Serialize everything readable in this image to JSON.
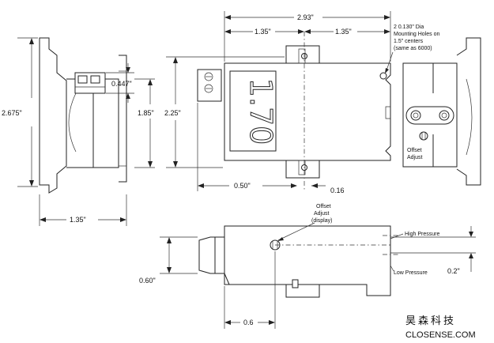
{
  "dimensions": {
    "overall_width": "2.93\"",
    "half_left": "1.35\"",
    "half_right": "1.35\"",
    "height_overall": "2.675\"",
    "terminal_height": "0.447\"",
    "height_185": "1.85\"",
    "height_225": "2.25\"",
    "width_left_view": "1.35\"",
    "offset_050": "0.50\"",
    "offset_016": "0.16",
    "side_060": "0.60\"",
    "bottom_06": "0.6",
    "right_02": "0.2\""
  },
  "notes": {
    "mounting_line1": "2  0.130\" Dia",
    "mounting_line2": "Mounting Holes on",
    "mounting_line3": "1.5\" centers",
    "mounting_line4": "(same as 6000)",
    "offset_adjust_1": "Offset",
    "offset_adjust_2": "Adjust",
    "offset_display_1": "Offset",
    "offset_display_2": "Adjust",
    "offset_display_3": "(display)",
    "high_pressure": "High Pressure",
    "low_pressure": "Low Pressure"
  },
  "display_reading": "1.70",
  "watermark": {
    "chinese": "昊森科技",
    "english": "CLOSENSE.COM"
  }
}
